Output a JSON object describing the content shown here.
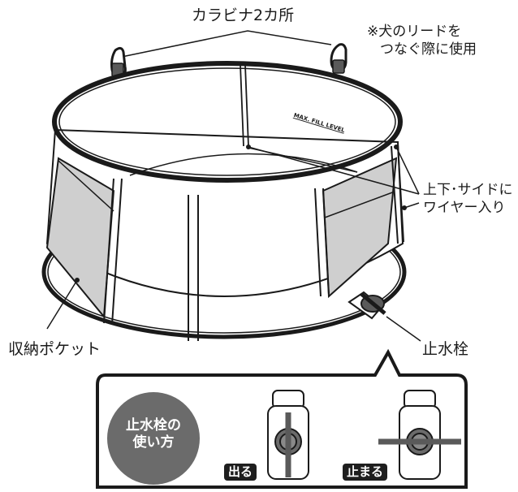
{
  "labels": {
    "carabiner": "カラビナ2カ所",
    "leash_note_line1": "※犬のリードを",
    "leash_note_line2": "つなぐ際に使用",
    "wire_line1": "上下･サイドに",
    "wire_line2": "ワイヤー入り",
    "pocket": "収納ポケット",
    "drain": "止水栓",
    "max_fill": "MAX. FILL LEVEL"
  },
  "usage": {
    "badge_line1": "止水栓の",
    "badge_line2": "使い方",
    "open_label": "出る",
    "closed_label": "止まる"
  },
  "colors": {
    "line": "#1a1a1a",
    "mesh": "#cfcfcf",
    "badge": "#6b6b6b",
    "chip": "#1e1e1e"
  }
}
